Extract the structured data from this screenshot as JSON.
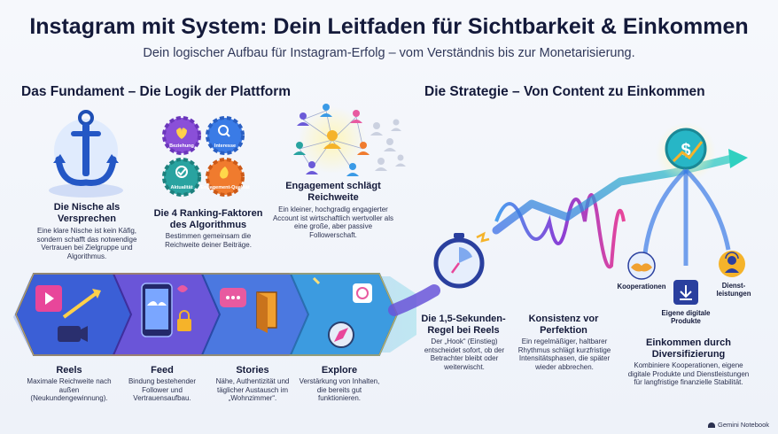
{
  "header": {
    "title": "Instagram mit System: Dein Leitfaden für Sichtbarkeit & Einkommen",
    "subtitle": "Dein logischer Aufbau für Instagram-Erfolg – vom Verständnis bis zur Monetarisierung."
  },
  "sections": {
    "foundation": "Das Fundament – Die Logik der Plattform",
    "strategy": "Die Strategie – Von Content zu Einkommen"
  },
  "foundation": {
    "niche": {
      "heading": "Die Nische als Versprechen",
      "text": "Eine klare Nische ist kein Käfig, sondern schafft das notwendige Vertrauen bei Zielgruppe und Algorithmus."
    },
    "ranking": {
      "heading": "Die 4 Ranking-Faktoren des Algorithmus",
      "text": "Bestimmen gemeinsam die Reichweite deiner Beiträge.",
      "gears": [
        "Beziehung",
        "Interesse",
        "Aktualität",
        "Engagement-Qualität"
      ]
    },
    "engagement": {
      "heading": "Engagement schlägt Reichweite",
      "text": "Ein kleiner, hochgradig engagierter Account ist wirtschaftlich wertvoller als eine große, aber passive Followerschaft."
    }
  },
  "formats": [
    {
      "heading": "Reels",
      "text": "Maximale Reichweite nach außen (Neukundengewinnung)."
    },
    {
      "heading": "Feed",
      "text": "Bindung bestehender Follower und Vertrauensaufbau."
    },
    {
      "heading": "Stories",
      "text": "Nähe, Authentizität und täglicher Austausch im „Wohnzimmer“."
    },
    {
      "heading": "Explore",
      "text": "Verstärkung von Inhalten, die bereits gut funktionieren."
    }
  ],
  "strategy": {
    "hook": {
      "heading": "Die 1,5-Sekunden-Regel bei Reels",
      "text": "Der „Hook“ (Einstieg) entscheidet sofort, ob der Betrachter bleibt oder weiterwischt."
    },
    "consistency": {
      "heading": "Konsistenz vor Perfektion",
      "text": "Ein regelmäßiger, haltbarer Rhythmus schlägt kurzfristige Intensitätsphasen, die später wieder abbrechen."
    },
    "income": {
      "heading": "Einkommen durch Diversifizierung",
      "text": "Kombiniere Kooperationen, eigene digitale Produkte und Dienstleistungen für langfristige finanzielle Stabilität.",
      "streams": [
        "Kooperationen",
        "Eigene digitale Produkte",
        "Dienst-leistungen"
      ]
    }
  },
  "footer": {
    "brand": "Gemini Notebook"
  }
}
